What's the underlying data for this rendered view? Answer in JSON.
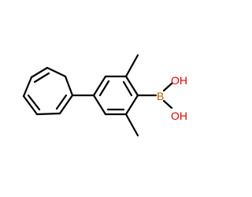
{
  "molecule": {
    "atoms": {
      "boron": {
        "label": "B",
        "color": "#b35c00"
      },
      "hydroxyl_top": {
        "label": "OH",
        "color": "#e00000"
      },
      "hydroxyl_bottom": {
        "label": "OH",
        "color": "#e00000"
      }
    },
    "bond_color": "#000000"
  }
}
